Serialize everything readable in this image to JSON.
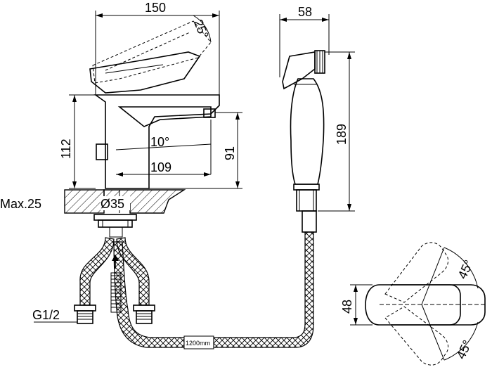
{
  "drawing": {
    "faucet": {
      "width_label": "150",
      "lever_angle_label": "25°",
      "height_label": "112",
      "spout_angle_label": "10°",
      "spout_reach_label": "109",
      "spout_height_label": "91",
      "max_deck_label": "Max.25",
      "hole_diameter_label": "Ø35",
      "thread_label": "G1/2"
    },
    "shower_head": {
      "width_label": "58",
      "length_label": "189"
    },
    "top_view": {
      "width_label": "48",
      "upper_angle_label": "45°",
      "lower_angle_label": "45°"
    },
    "hose": {
      "length_label": "1200mm"
    }
  }
}
